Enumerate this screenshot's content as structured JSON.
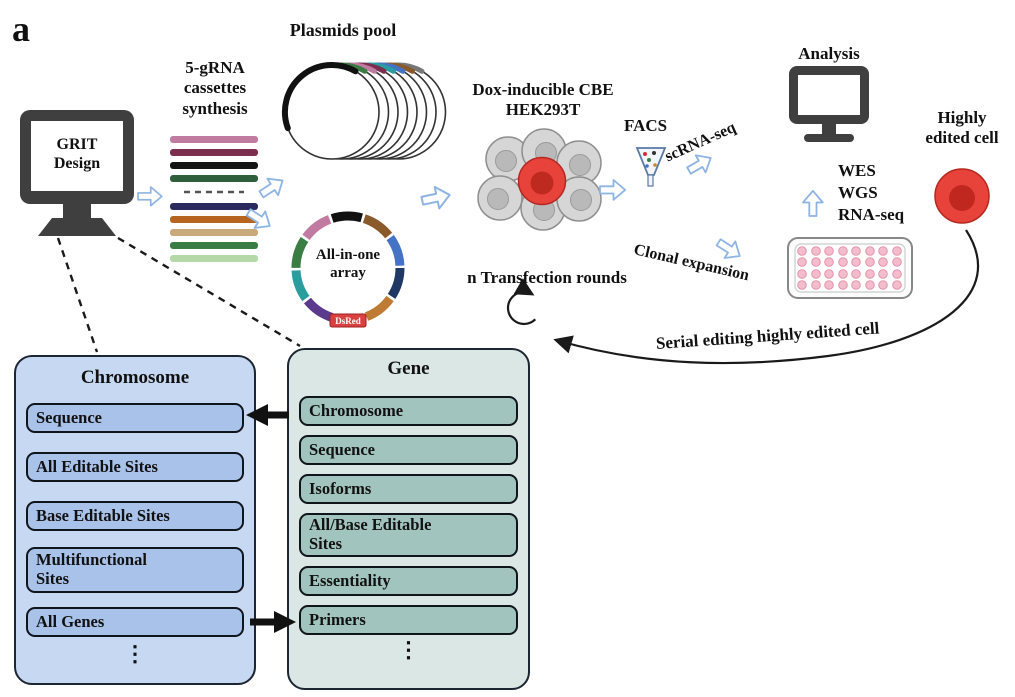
{
  "panel_label": "a",
  "workflow": {
    "grit_design_label": "GRIT\nDesign",
    "cassettes_label": "5-gRNA\ncassettes\nsynthesis",
    "plasmids_pool_label": "Plasmids pool",
    "all_in_one_label": "All-in-one\narray",
    "dsred_label": "DsRed",
    "dox_cbe_label": "Dox-inducible CBE\nHEK293T",
    "transfection_label": "n Transfection rounds",
    "facs_label": "FACS",
    "scrna_seq_label": "scRNA-seq",
    "analysis_label": "Analysis",
    "clonal_expansion_label": "Clonal expansion",
    "seq_methods_label": "WES\nWGS\nRNA-seq",
    "highly_edited_label": "Highly\nedited cell",
    "serial_editing_label": "Serial editing highly edited cell"
  },
  "chromosome_box": {
    "title": "Chromosome",
    "rows": [
      "Sequence",
      "All Editable Sites",
      "Base Editable Sites",
      "Multifunctional\nSites",
      "All Genes"
    ],
    "more": "⋮"
  },
  "gene_box": {
    "title": "Gene",
    "rows": [
      "Chromosome",
      "Sequence",
      "Isoforms",
      "All/Base Editable\nSites",
      "Essentiality",
      "Primers"
    ],
    "more": "⋮"
  },
  "colors": {
    "flow_arrow_stroke": "#8eb4e3",
    "chromosome_box_bg": "#c7d8f2",
    "chromosome_row_bg": "#a9c2ea",
    "gene_box_bg": "#dbe7e4",
    "gene_row_bg": "#a2c4be",
    "highly_edited_cell": "#e8433b",
    "dsred_box": "#d94040"
  }
}
